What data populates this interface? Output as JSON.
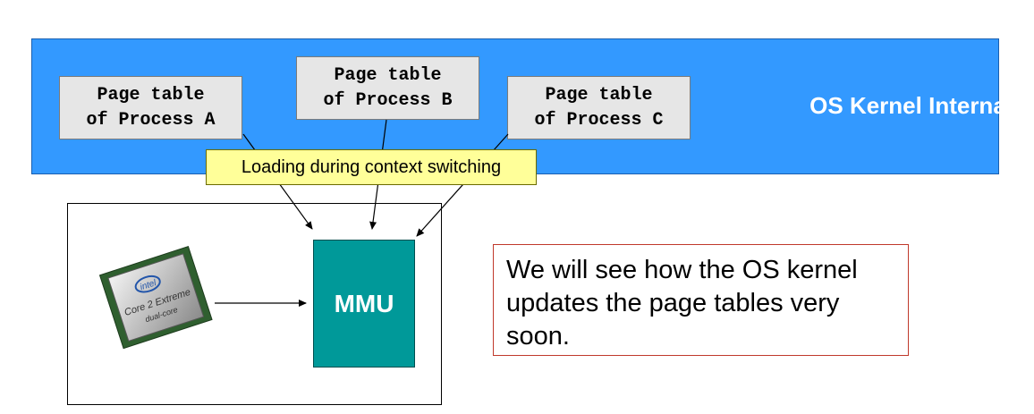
{
  "kernel": {
    "label": "OS Kernel Internal"
  },
  "page_tables": [
    {
      "line1": "Page table",
      "line2": "of Process A"
    },
    {
      "line1": "Page table",
      "line2": "of Process B"
    },
    {
      "line1": "Page table",
      "line2": "of Process C"
    }
  ],
  "loading_label": "Loading during context switching",
  "mmu_label": "MMU",
  "cpu": {
    "brand": "intel",
    "line1": "Core 2 Extreme",
    "line2": "dual-core"
  },
  "note": "We will see how the OS kernel updates the page tables very soon.",
  "colors": {
    "kernel_blue": "#3399ff",
    "mmu_teal": "#009999",
    "loading_yellow": "#ffff99",
    "note_border": "#c0392b"
  }
}
